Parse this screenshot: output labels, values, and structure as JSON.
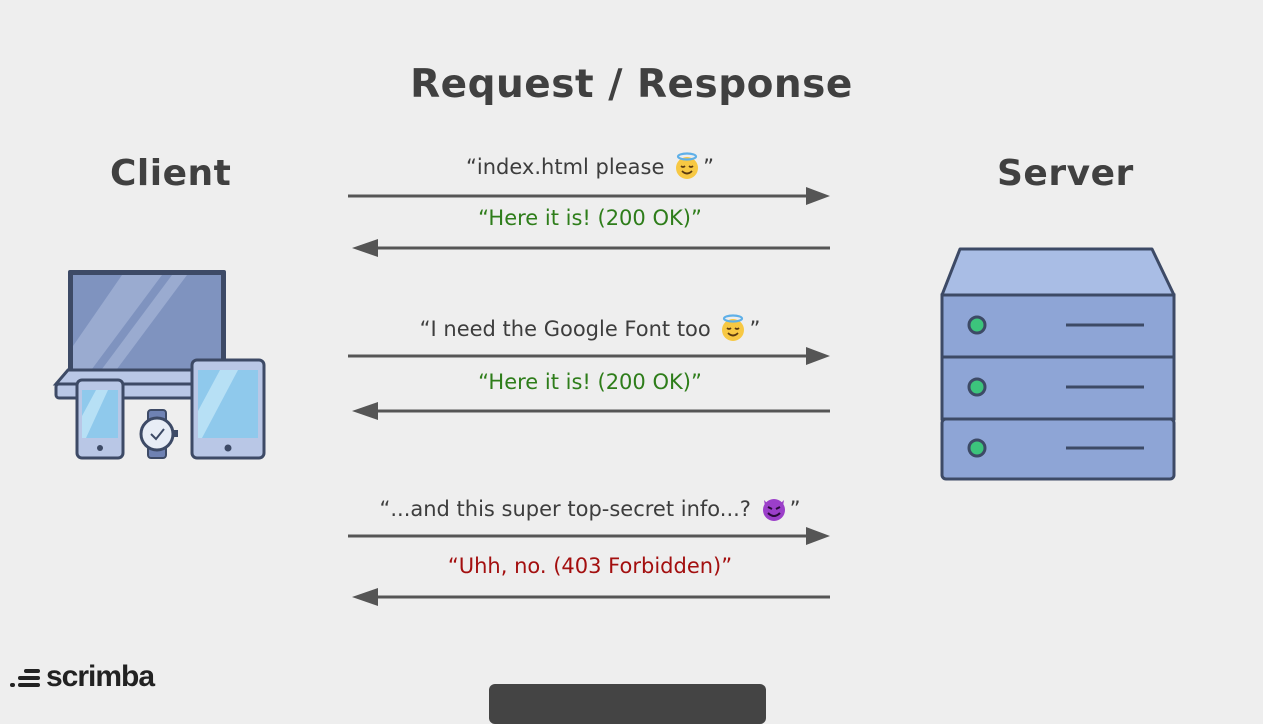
{
  "title": "Request / Response",
  "client_label": "Client",
  "server_label": "Server",
  "messages": [
    {
      "open": "“index.html please",
      "emoji": "angel-emoji",
      "close": "”",
      "kind": "request"
    },
    {
      "text": "“Here it is! (200 OK)”",
      "kind": "response-ok"
    },
    {
      "open": "“I need the Google Font too",
      "emoji": "angel-emoji",
      "close": "”",
      "kind": "request"
    },
    {
      "text": "“Here it is! (200 OK)”",
      "kind": "response-ok"
    },
    {
      "open": "“...and this super top-secret info...?",
      "emoji": "devil-emoji",
      "close": "”",
      "kind": "request"
    },
    {
      "text": "“Uhh, no. (403 Forbidden)”",
      "kind": "response-forbidden"
    }
  ],
  "brand": "scrimba",
  "colors": {
    "background": "#eeeeee",
    "ok": "#2e7d1a",
    "forbidden": "#a30f0f",
    "arrow": "#555555",
    "server_body": "#8ea5d6",
    "server_top": "#a9bde5",
    "server_led": "#3cc47c"
  }
}
